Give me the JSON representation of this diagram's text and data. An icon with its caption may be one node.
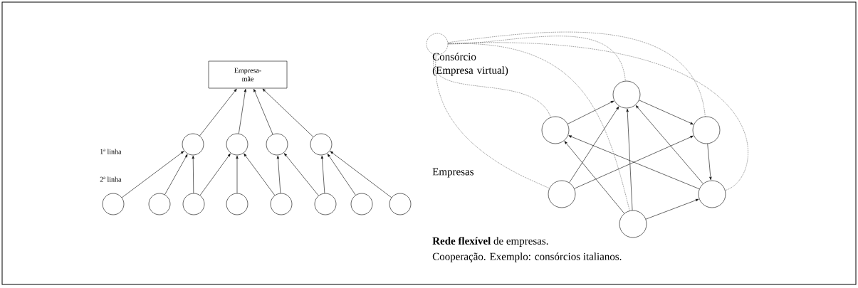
{
  "diagram": {
    "nodes": [
      {
        "text": [
          "Empresa-mãe"
        ]
      },
      {
        "text": [],
        "shape": "circle"
      },
      {
        "text": [],
        "shape": "circle"
      },
      {
        "text": [],
        "shape": "circle"
      },
      {
        "text": [],
        "shape": "circle"
      },
      {
        "text": [],
        "shape": "circle"
      },
      {
        "text": [],
        "shape": "circle"
      },
      {
        "text": [],
        "shape": "circle"
      },
      {
        "text": [],
        "shape": "circle"
      },
      {
        "text": [],
        "shape": "circle"
      },
      {
        "text": [],
        "shape": "circle"
      },
      {
        "text": [],
        "shape": "circle"
      },
      {
        "text": [],
        "shape": "circle"
      },
      {
        "text": [],
        "shape": "circle",
        "beside": [
          "Consórcio (Empresa virtual)"
        ]
      },
      {
        "text": [],
        "shape": "circle"
      },
      {
        "text": [],
        "shape": "circle"
      },
      {
        "text": [],
        "shape": "circle"
      },
      {
        "text": [],
        "shape": "circle"
      },
      {
        "text": [],
        "shape": "circle"
      },
      {
        "text": [],
        "shape": "circle"
      }
    ],
    "edges": [
      {
        "from": 1,
        "to": 0,
        "arrow": "to"
      },
      {
        "from": 2,
        "to": 0,
        "arrow": "to"
      },
      {
        "from": 3,
        "to": 0,
        "arrow": "to"
      },
      {
        "from": 4,
        "to": 0,
        "arrow": "to"
      },
      {
        "from": 5,
        "to": 1,
        "arrow": "to"
      },
      {
        "from": 6,
        "to": 1,
        "arrow": "to"
      },
      {
        "from": 7,
        "to": 1,
        "arrow": "to"
      },
      {
        "from": 7,
        "to": 2,
        "arrow": "to"
      },
      {
        "from": 8,
        "to": 2,
        "arrow": "to"
      },
      {
        "from": 9,
        "to": 2,
        "arrow": "to"
      },
      {
        "from": 9,
        "to": 3,
        "arrow": "to"
      },
      {
        "from": 10,
        "to": 3,
        "arrow": "to"
      },
      {
        "from": 10,
        "to": 4,
        "arrow": "to"
      },
      {
        "from": 11,
        "to": 4,
        "arrow": "to"
      },
      {
        "from": 12,
        "to": 4,
        "arrow": "to"
      },
      {
        "from": 14,
        "to": 15,
        "arrow": "to"
      },
      {
        "from": 15,
        "to": 16,
        "arrow": "to"
      },
      {
        "from": 16,
        "to": 18,
        "arrow": "to"
      },
      {
        "from": 17,
        "to": 15,
        "arrow": "to"
      },
      {
        "from": 17,
        "to": 16,
        "arrow": "to"
      },
      {
        "from": 19,
        "to": 14,
        "arrow": "to"
      },
      {
        "from": 19,
        "to": 15,
        "arrow": "to"
      },
      {
        "from": 19,
        "to": 18,
        "arrow": "to"
      },
      {
        "from": 18,
        "to": 14,
        "arrow": "to"
      },
      {
        "from": 18,
        "to": 15,
        "arrow": "to"
      },
      {
        "from": 13,
        "to": 14,
        "arrow": "none",
        "style": "dashed"
      },
      {
        "from": 13,
        "to": 17,
        "arrow": "none",
        "style": "dashed"
      },
      {
        "from": 13,
        "to": 15,
        "arrow": "none",
        "style": "dashed"
      },
      {
        "from": 13,
        "to": 19,
        "arrow": "none",
        "style": "dashed"
      },
      {
        "from": 13,
        "to": 16,
        "arrow": "none",
        "style": "dashed"
      },
      {
        "from": 13,
        "to": 18,
        "arrow": "none",
        "style": "dashed"
      }
    ],
    "labels": [
      "1ª linha",
      "2ª linha",
      "Empresas",
      "**Rede flexível** de empresas.",
      "Cooperação. Exemplo: consórcios italianos."
    ]
  }
}
